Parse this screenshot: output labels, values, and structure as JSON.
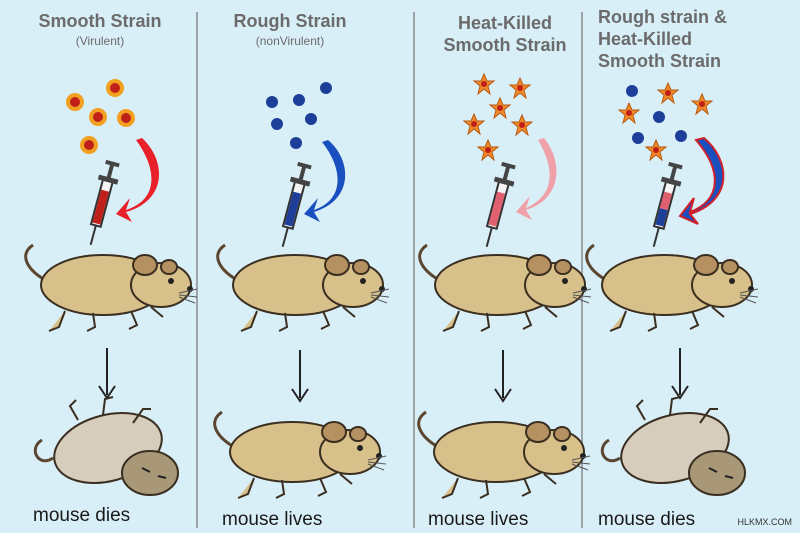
{
  "panels": [
    {
      "title": "Smooth Strain",
      "subtitle": "(Virulent)",
      "outcome": "mouse dies"
    },
    {
      "title": "Rough Strain",
      "subtitle": "(nonVirulent)",
      "outcome": "mouse lives"
    },
    {
      "title": "Heat-Killed\nSmooth Strain",
      "subtitle": "",
      "outcome": "mouse lives"
    },
    {
      "title": "Rough strain &\nHeat-Killed\nSmooth Strain",
      "subtitle": "",
      "outcome": "mouse dies"
    }
  ],
  "credit": "HLKMX.COM",
  "colors": {
    "background": "#d9eff8",
    "smooth_bacteria": "#c0201a",
    "rough_bacteria": "#1d3f9a",
    "heat_killed": "#f08a2a",
    "arrow_red": "#e8202a",
    "arrow_blue": "#1a4fbf",
    "arrow_pink": "#f0a0a8",
    "mouse_body": "#d8c08a"
  }
}
